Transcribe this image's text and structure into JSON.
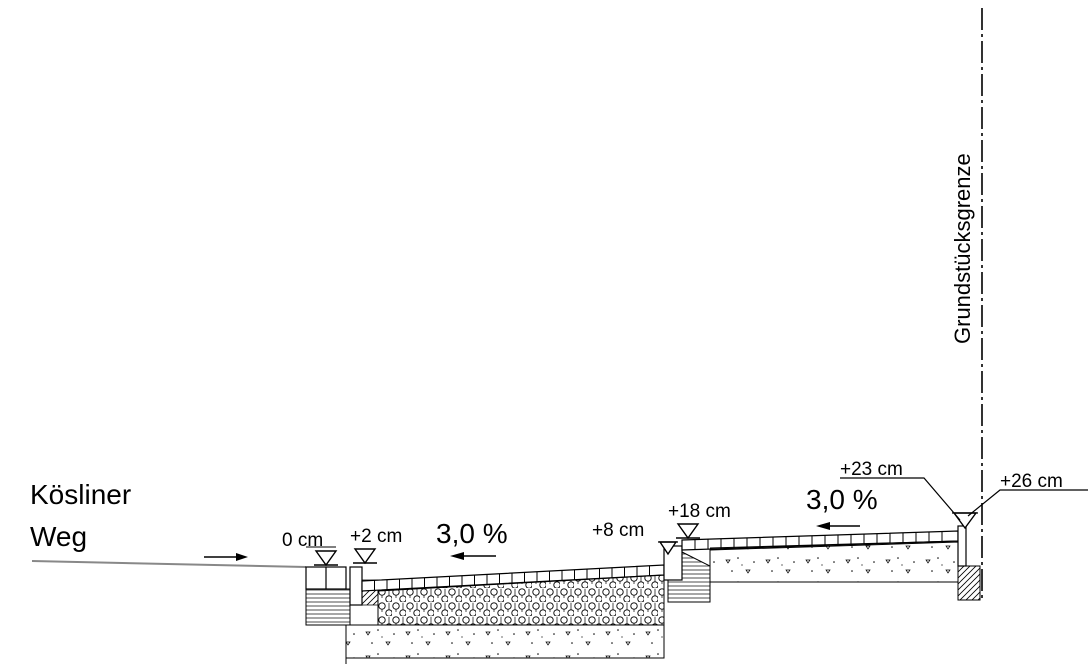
{
  "street_label": {
    "line1": "Kösliner",
    "line2": "Weg"
  },
  "boundary_label": "Grundstücksgrenze",
  "slopes": [
    {
      "id": "slope-left",
      "text": "3,0 %"
    },
    {
      "id": "slope-right",
      "text": "3,0 %"
    }
  ],
  "elevations": [
    {
      "id": "elev-0",
      "text": "0 cm"
    },
    {
      "id": "elev-2",
      "text": "+2 cm"
    },
    {
      "id": "elev-8",
      "text": "+8 cm"
    },
    {
      "id": "elev-18",
      "text": "+18 cm"
    },
    {
      "id": "elev-23",
      "text": "+23 cm"
    },
    {
      "id": "elev-26",
      "text": "+26 cm"
    }
  ]
}
